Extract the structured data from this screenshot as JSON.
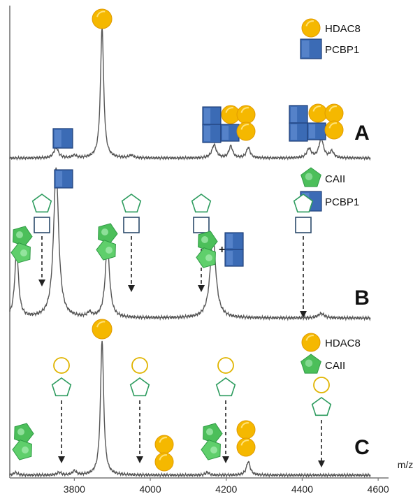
{
  "chart_data": {
    "type": "line",
    "xlabel": "m/z",
    "x_ticks": [
      3800,
      4000,
      4200,
      4400,
      4600
    ],
    "xlim": [
      3630,
      4620
    ],
    "grid": false,
    "colors": {
      "trace": "#555555",
      "hdac8": "#f5b800",
      "pcbp1": "#3b6bb5",
      "caii": "#4cbf5a",
      "outline": "#2e9c5f",
      "arrow": "#222222"
    },
    "panels": [
      {
        "label": "A",
        "legend": [
          {
            "icon": "hdac8",
            "text": "HDAC8"
          },
          {
            "icon": "pcbp1",
            "text": "PCBP1"
          }
        ],
        "baseline": 0.03,
        "peaks": [
          {
            "x": 3752,
            "y": 0.08,
            "w": 7
          },
          {
            "x": 3800,
            "y": 0.02,
            "w": 6
          },
          {
            "x": 3873,
            "y": 1.0,
            "w": 5
          },
          {
            "x": 3950,
            "y": 0.02,
            "w": 7
          },
          {
            "x": 4168,
            "y": 0.1,
            "w": 7
          },
          {
            "x": 4212,
            "y": 0.09,
            "w": 6
          },
          {
            "x": 4258,
            "y": 0.08,
            "w": 6
          },
          {
            "x": 4418,
            "y": 0.07,
            "w": 7
          },
          {
            "x": 4450,
            "y": 0.15,
            "w": 7
          },
          {
            "x": 4478,
            "y": 0.05,
            "w": 6
          }
        ],
        "annotations": [
          {
            "x": 3873,
            "stack": [
              "hdac8"
            ]
          },
          {
            "x": 3752,
            "stack": [
              "pcbp1"
            ]
          },
          {
            "x": 4200,
            "stack": [
              "pcbp1x2",
              "hdac8x2"
            ]
          },
          {
            "x": 4450,
            "stack": [
              "pcbp1x2",
              "hdac8x2"
            ]
          }
        ]
      },
      {
        "label": "B",
        "legend": [
          {
            "icon": "caii",
            "text": "CAII"
          },
          {
            "icon": "pcbp1",
            "text": "PCBP1"
          }
        ],
        "baseline": 0.05,
        "peaks": [
          {
            "x": 3648,
            "y": 0.45,
            "w": 6
          },
          {
            "x": 3752,
            "y": 1.0,
            "w": 8
          },
          {
            "x": 3840,
            "y": 0.03,
            "w": 6
          },
          {
            "x": 3887,
            "y": 0.48,
            "w": 7
          },
          {
            "x": 4165,
            "y": 0.55,
            "w": 9
          },
          {
            "x": 4450,
            "y": 0.03,
            "w": 10
          }
        ],
        "annotations": [
          {
            "x": 3752,
            "stack": [
              "pcbp1"
            ]
          },
          {
            "x": 3700,
            "stack": [
              "open-pentagon-square"
            ],
            "arrow": true
          },
          {
            "x": 3960,
            "stack": [
              "open-pentagon-square"
            ],
            "arrow": true
          },
          {
            "x": 4145,
            "stack": [
              "open-pentagon-square"
            ],
            "arrow": true
          },
          {
            "x": 4430,
            "stack": [
              "open-pentagon-square"
            ],
            "arrow": true
          },
          {
            "x": 3648,
            "stack": [
              "caiix2"
            ]
          },
          {
            "x": 3887,
            "stack": [
              "caiix2"
            ]
          },
          {
            "x": 4180,
            "stack": [
              "caiix2-plus-pcbp1x2"
            ]
          }
        ]
      },
      {
        "label": "C",
        "legend": [
          {
            "icon": "hdac8",
            "text": "HDAC8"
          },
          {
            "icon": "caii",
            "text": "CAII"
          }
        ],
        "baseline": 0.01,
        "peaks": [
          {
            "x": 3645,
            "y": 0.02,
            "w": 6
          },
          {
            "x": 3760,
            "y": 0.02,
            "w": 6
          },
          {
            "x": 3800,
            "y": 0.03,
            "w": 6
          },
          {
            "x": 3873,
            "y": 1.0,
            "w": 5
          },
          {
            "x": 4150,
            "y": 0.02,
            "w": 6
          },
          {
            "x": 4258,
            "y": 0.1,
            "w": 6
          }
        ],
        "annotations": [
          {
            "x": 3873,
            "stack": [
              "hdac8"
            ]
          },
          {
            "x": 3760,
            "stack": [
              "open-circle-pentagon"
            ],
            "arrow": true
          },
          {
            "x": 3980,
            "stack": [
              "open-circle-pentagon"
            ],
            "arrow": true
          },
          {
            "x": 4215,
            "stack": [
              "open-circle-pentagon"
            ],
            "arrow": true
          },
          {
            "x": 4480,
            "stack": [
              "open-circle-pentagon"
            ],
            "arrow": true
          },
          {
            "x": 3648,
            "stack": [
              "caiix2"
            ]
          },
          {
            "x": 4150,
            "stack": [
              "caiix2"
            ]
          },
          {
            "x": 4040,
            "stack": [
              "hdac8x2"
            ]
          },
          {
            "x": 4258,
            "stack": [
              "hdac8x2"
            ]
          }
        ]
      }
    ]
  }
}
